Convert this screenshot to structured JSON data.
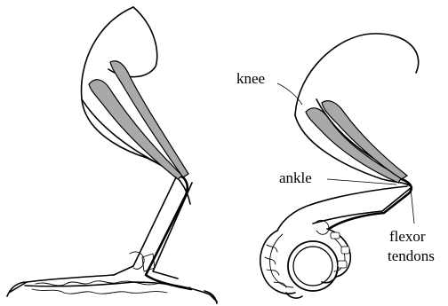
{
  "labels": {
    "knee": "knee",
    "ankle": "ankle",
    "flexor": "flexor",
    "tendons": "tendons"
  }
}
